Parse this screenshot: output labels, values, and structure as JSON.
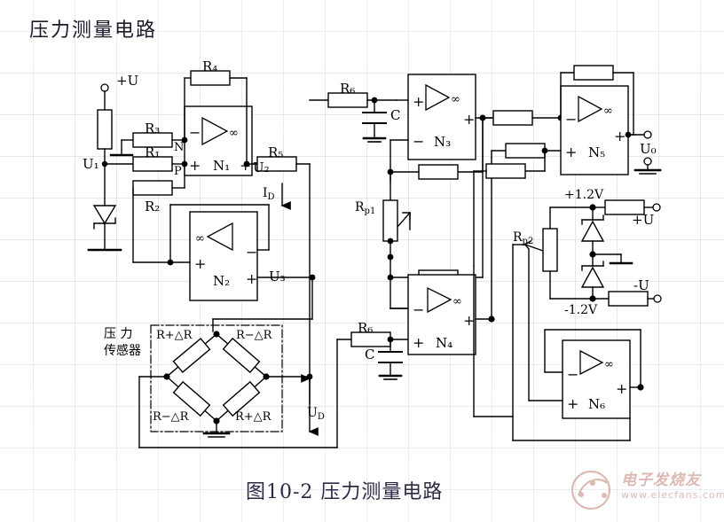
{
  "page": {
    "title": "压力测量电路",
    "caption": "图10-2  压力测量电路",
    "bg_color": "#ffffff",
    "line_color": "#000000",
    "grid_color": "#7b8cbe",
    "watermark_color": "#b05a4c"
  },
  "watermark": {
    "brand": "电子发烧友",
    "url": "www.elecfans.com"
  },
  "labels": {
    "supply_pos": "+U",
    "u1": "U₁",
    "u2": "U₂",
    "u3": "U₃",
    "u0": "U₀",
    "ud": "U_D",
    "id_current": "I_D",
    "node_n": "N",
    "node_p": "P",
    "r1": "R₁",
    "r2": "R₂",
    "r3": "R₃",
    "r4": "R₄",
    "r5": "R₅",
    "r6_top": "R₆",
    "r6_bottom": "R₆",
    "cap_top": "C",
    "cap_bottom": "C",
    "rp1": "R_p1",
    "rp2": "R_p2",
    "zener_pos": "+1.2V",
    "zener_neg": "-1.2V",
    "rail_pos": "+U",
    "rail_neg": "-U",
    "sensor_line1": "压 力",
    "sensor_line2": "传感器",
    "bridge_tl": "R+△R",
    "bridge_tr": "R−△R",
    "bridge_bl": "R−△R",
    "bridge_br": "R+△R",
    "infinity": "∞"
  },
  "opamps": [
    {
      "id": "n1",
      "name": "N₁",
      "minus_side": "left-top",
      "plus_side": "left-bottom",
      "out_label": "U₂",
      "orientation": "right"
    },
    {
      "id": "n2",
      "name": "N₂",
      "minus_side": "right-top",
      "plus_side": "left",
      "out_label": "U₃",
      "orientation": "left"
    },
    {
      "id": "n3",
      "name": "N₃",
      "minus_side": "left-bottom",
      "plus_side": "left-top",
      "out_label": "",
      "orientation": "right"
    },
    {
      "id": "n4",
      "name": "N₄",
      "minus_side": "left-top",
      "plus_side": "left-bottom",
      "out_label": "",
      "orientation": "right"
    },
    {
      "id": "n5",
      "name": "N₅",
      "minus_side": "left-top",
      "plus_side": "left-bottom",
      "out_label": "U₀",
      "orientation": "right"
    },
    {
      "id": "n6",
      "name": "N₆",
      "minus_side": "left-top",
      "plus_side": "left-bottom",
      "out_label": "",
      "orientation": "right"
    }
  ],
  "chart_data": {
    "type": "table",
    "title": "压力测量电路",
    "components": [
      {
        "ref": "R₁",
        "kind": "resistor"
      },
      {
        "ref": "R₂",
        "kind": "resistor"
      },
      {
        "ref": "R₃",
        "kind": "resistor"
      },
      {
        "ref": "R₄",
        "kind": "resistor"
      },
      {
        "ref": "R₅",
        "kind": "resistor"
      },
      {
        "ref": "R₆",
        "kind": "resistor"
      },
      {
        "ref": "R₆",
        "kind": "resistor"
      },
      {
        "ref": "R_p1",
        "kind": "potentiometer"
      },
      {
        "ref": "R_p2",
        "kind": "potentiometer"
      },
      {
        "ref": "C",
        "kind": "capacitor"
      },
      {
        "ref": "C",
        "kind": "capacitor"
      },
      {
        "ref": "N₁",
        "kind": "op-amp"
      },
      {
        "ref": "N₂",
        "kind": "op-amp"
      },
      {
        "ref": "N₃",
        "kind": "op-amp"
      },
      {
        "ref": "N₄",
        "kind": "op-amp"
      },
      {
        "ref": "N₅",
        "kind": "op-amp"
      },
      {
        "ref": "N₆",
        "kind": "op-amp"
      },
      {
        "ref": "压力传感器",
        "kind": "bridge-sensor"
      }
    ],
    "nodes": [
      "+U",
      "-U",
      "U₁",
      "U₂",
      "U₃",
      "U₀",
      "U_D",
      "I_D",
      "N",
      "P",
      "+1.2V",
      "-1.2V"
    ]
  }
}
